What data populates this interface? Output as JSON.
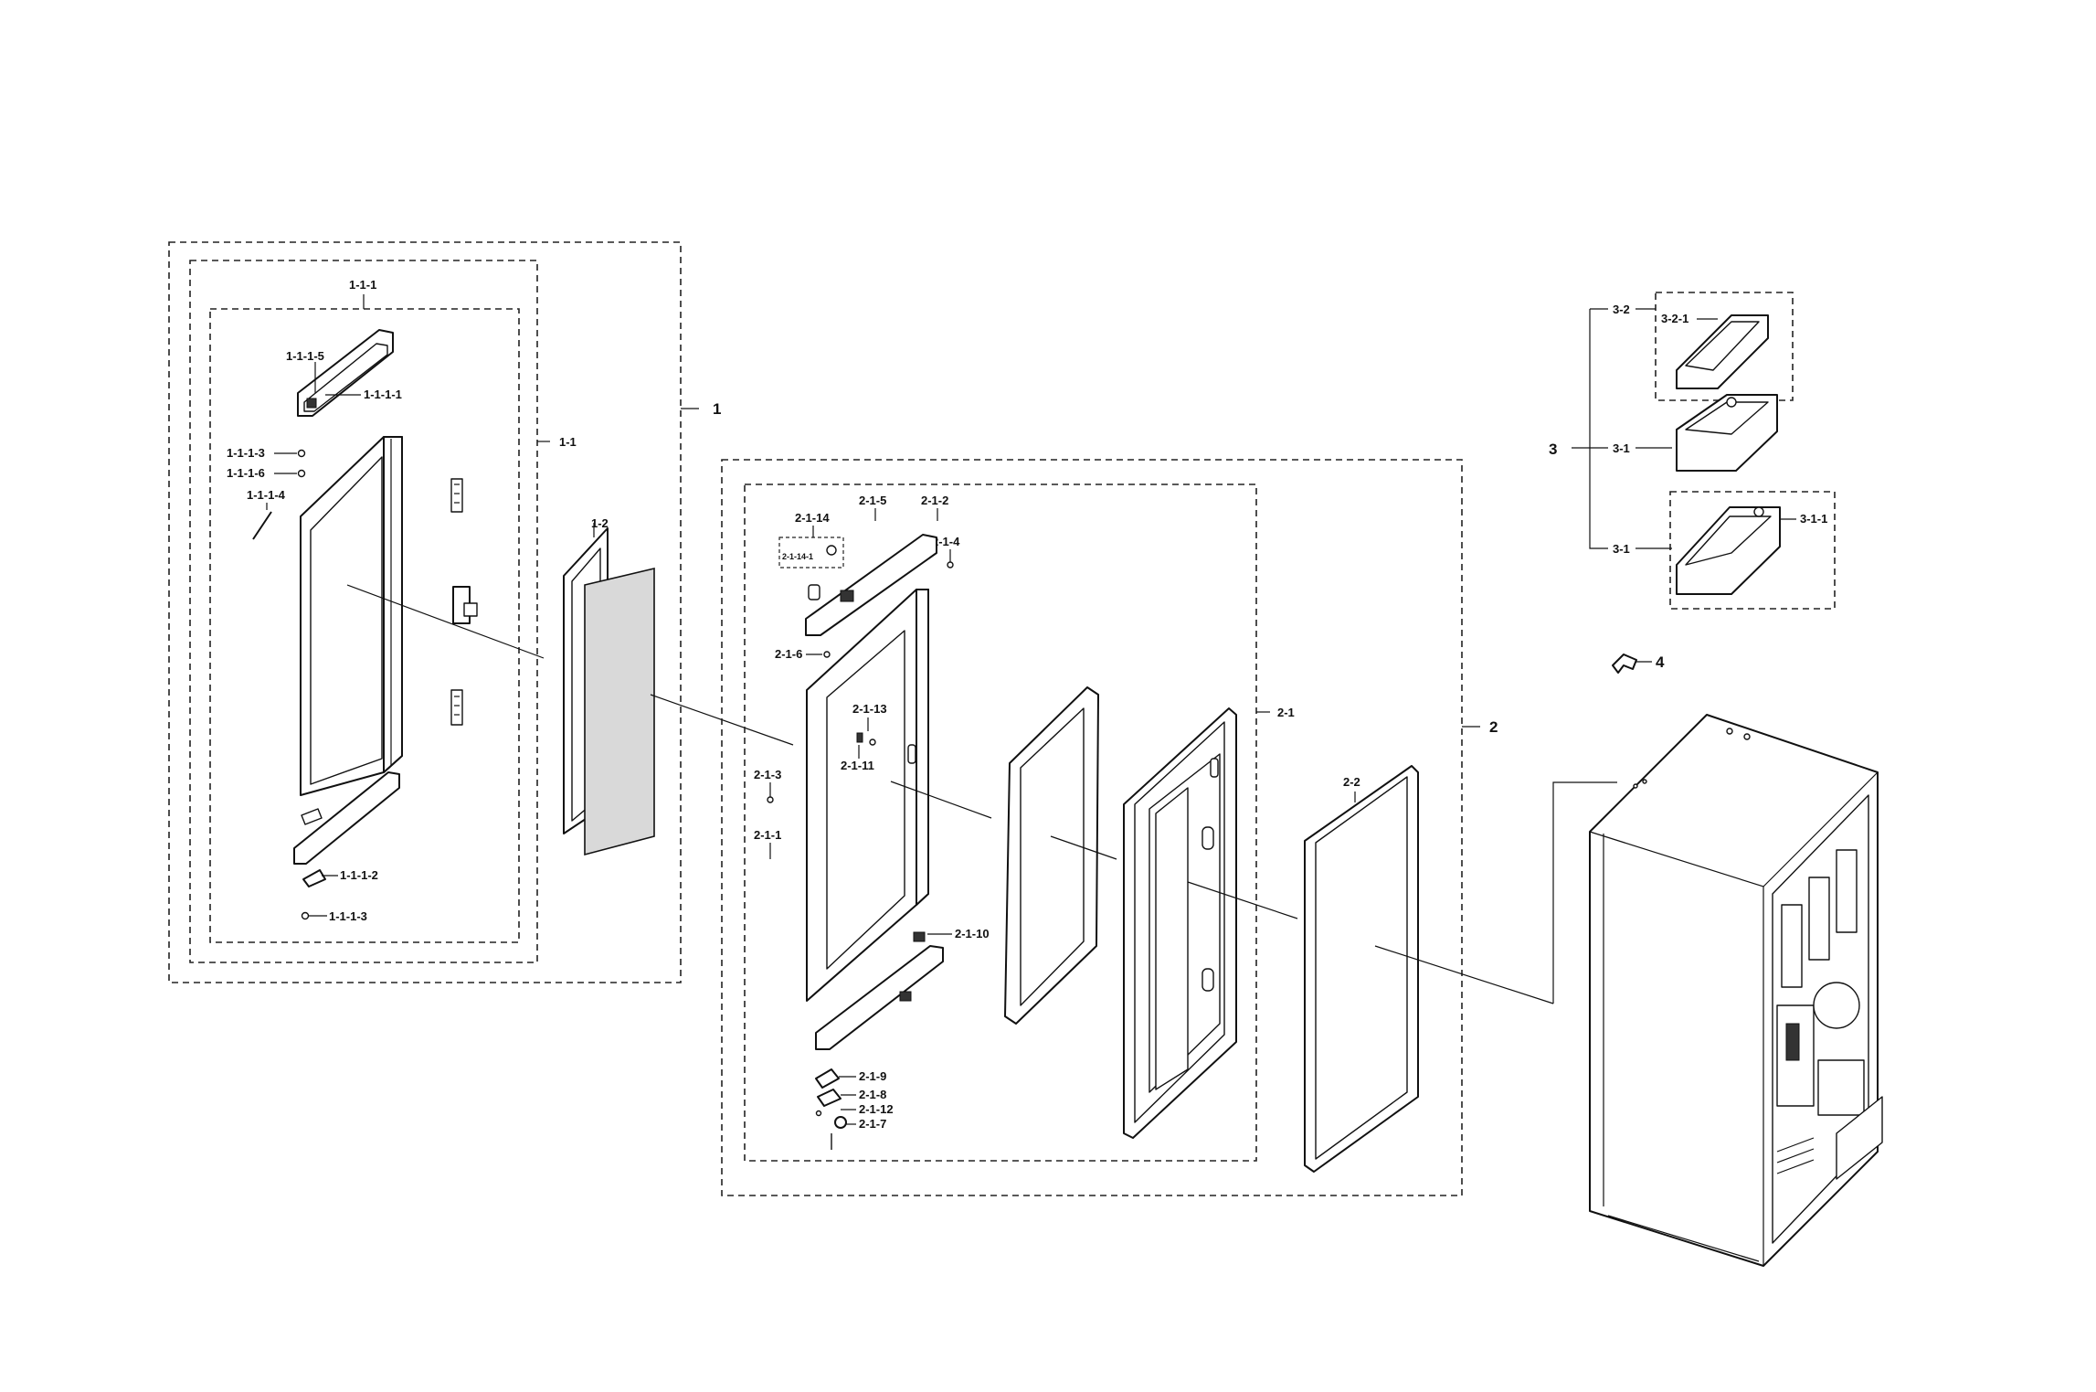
{
  "labels": {
    "l_1": "1",
    "l_1_1": "1-1",
    "l_1_1_1": "1-1-1",
    "l_1_1_5": "1-1-1-5",
    "l_1_1_1_1": "1-1-1-1",
    "l_1_1_1_3a": "1-1-1-3",
    "l_1_1_1_6": "1-1-1-6",
    "l_1_1_1_4": "1-1-1-4",
    "l_1_1_1_2": "1-1-1-2",
    "l_1_1_1_3b": "1-1-1-3",
    "l_1_2": "1-2",
    "l_2": "2",
    "l_2_1": "2-1",
    "l_2_2": "2-2",
    "l_2_1_14": "2-1-14",
    "l_2_1_14_1": "2-1-14-1",
    "l_2_1_5": "2-1-5",
    "l_2_1_2": "2-1-2",
    "l_2_1_4": "2-1-4",
    "l_2_1_6": "2-1-6",
    "l_2_1_13": "2-1-13",
    "l_2_1_11": "2-1-11",
    "l_2_1_3": "2-1-3",
    "l_2_1_1": "2-1-1",
    "l_2_1_10": "2-1-10",
    "l_2_1_9": "2-1-9",
    "l_2_1_8": "2-1-8",
    "l_2_1_12": "2-1-12",
    "l_2_1_7": "2-1-7",
    "l_3": "3",
    "l_3_2": "3-2",
    "l_3_2_1": "3-2-1",
    "l_3_1a": "3-1",
    "l_3_1b": "3-1",
    "l_3_1_1": "3-1-1",
    "l_4": "4"
  }
}
